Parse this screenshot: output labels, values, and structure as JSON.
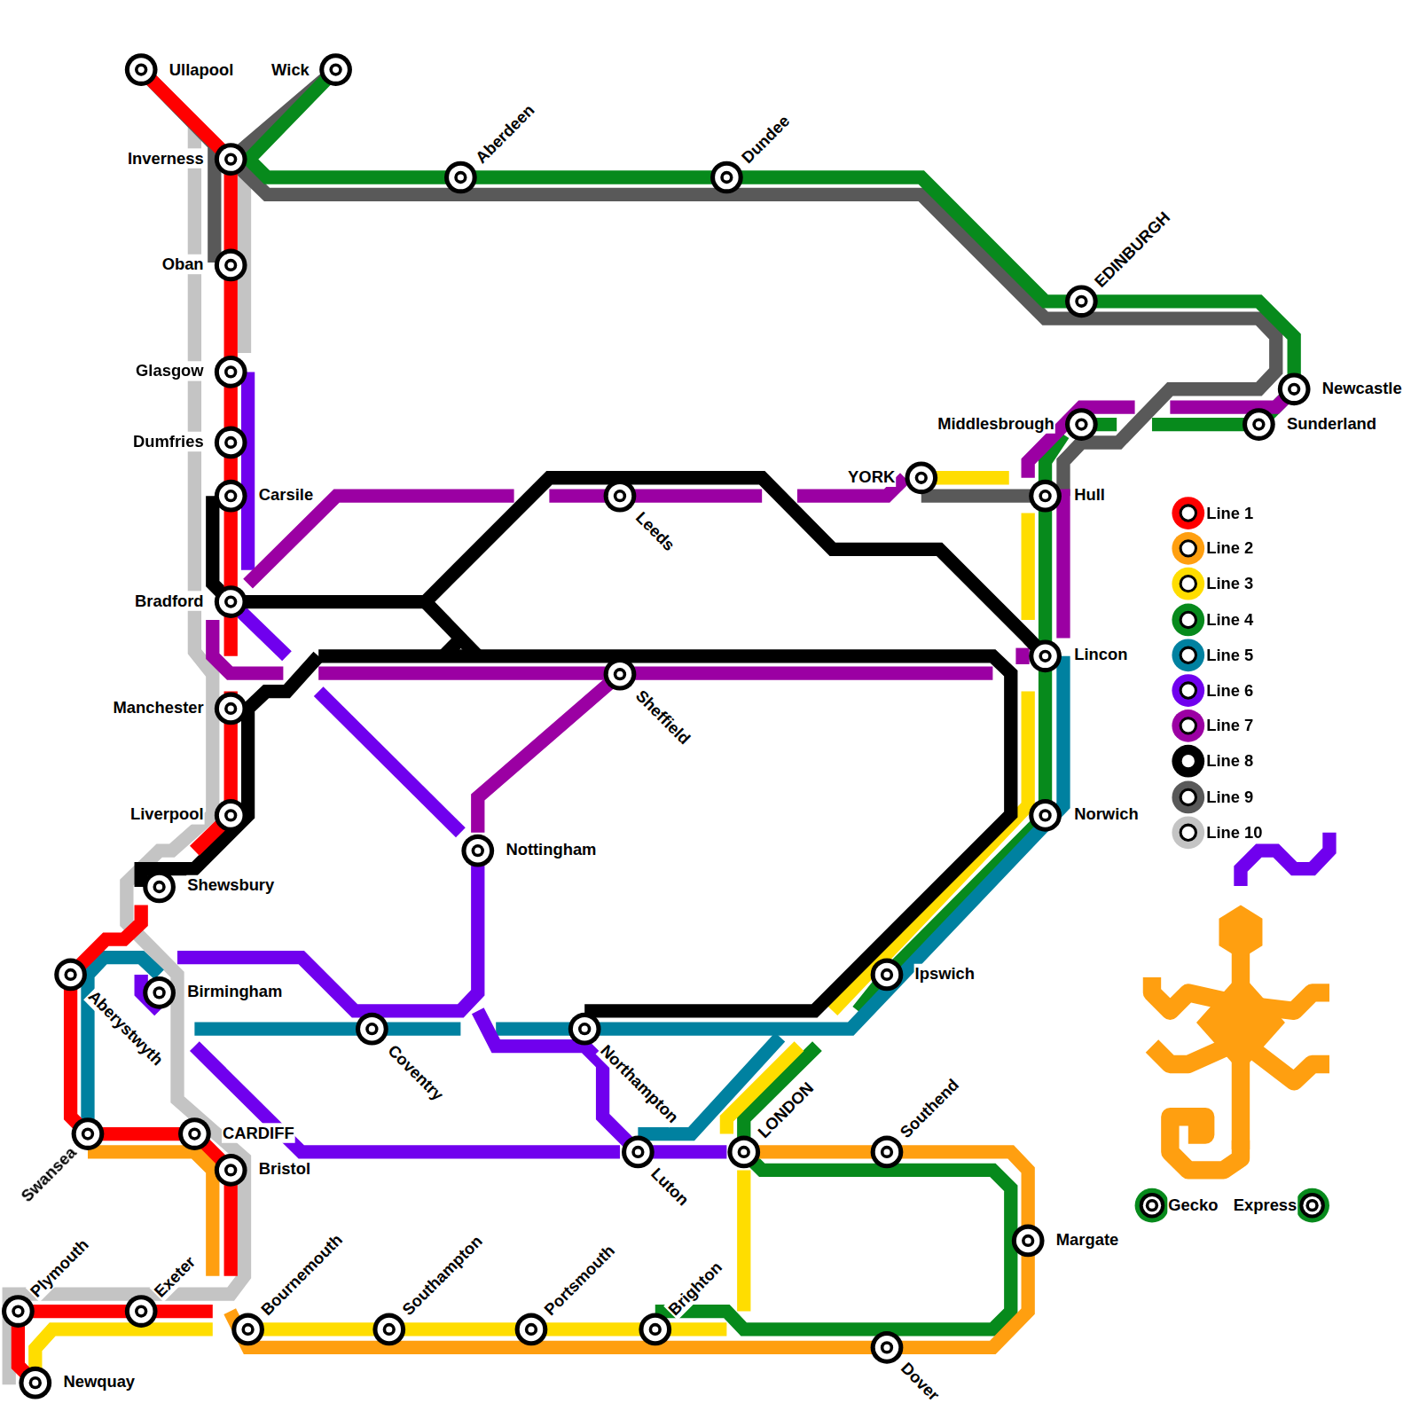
{
  "diagram": {
    "labels": [
      "Ullapool",
      "Wick",
      "Inverness",
      "Aberdeen",
      "Dundee",
      "EDINBURGH",
      "Oban",
      "Glasgow",
      "Dumfries",
      "Carsile",
      "Leeds",
      "YORK",
      "Middlesbrough",
      "Hull",
      "Newcastle",
      "Sunderland",
      "Bradford",
      "Lincon",
      "Manchester",
      "Sheffield",
      "Liverpool",
      "Norwich",
      "Nottingham",
      "Shewsbury",
      "Aberystwyth",
      "Birmingham",
      "Ipswich",
      "Coventry",
      "Northampton",
      "LONDON",
      "Southend",
      "CARDIFF",
      "Swansea",
      "Bristol",
      "Luton",
      "Margate",
      "Plymouth",
      "Exeter",
      "Bournemouth",
      "Southampton",
      "Portsmouth",
      "Brighton",
      "Newquay",
      "Dover",
      "Gecko",
      "Express"
    ],
    "legend": [
      {
        "text": "Line 1",
        "color": "#ff0000"
      },
      {
        "text": "Line 2",
        "color": "#ff9f10"
      },
      {
        "text": "Line 3",
        "color": "#ffdd00"
      },
      {
        "text": "Line 4",
        "color": "#078a1c"
      },
      {
        "text": "Line 5",
        "color": "#0081a0"
      },
      {
        "text": "Line 6",
        "color": "#7000ee"
      },
      {
        "text": "Line 7",
        "color": "#9b00a3"
      },
      {
        "text": "Line 8",
        "color": "#000000"
      },
      {
        "text": "Line 9",
        "color": "#595959"
      },
      {
        "text": "Line 10",
        "color": "#c4c4c4"
      }
    ]
  }
}
